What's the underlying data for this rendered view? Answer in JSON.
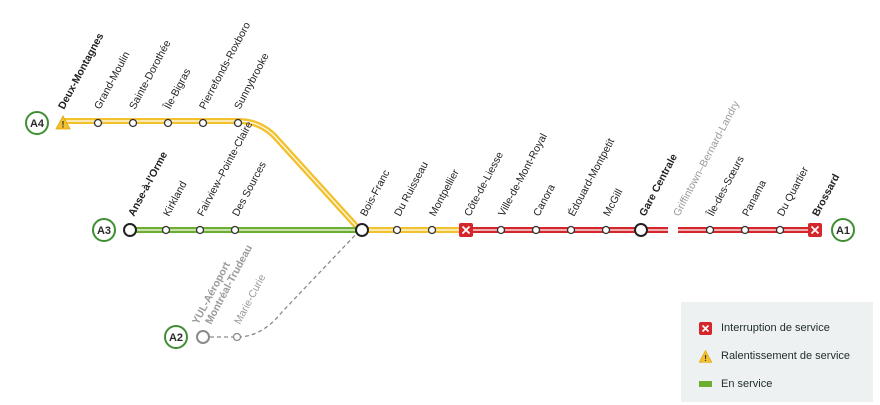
{
  "colors": {
    "yellow": "#f2c12e",
    "green": "#6cae2f",
    "red": "#d4262b",
    "gray": "#8a8a8a",
    "badge_border": "#3f8f32"
  },
  "branches": {
    "A1": "A1",
    "A2": "A2",
    "A3": "A3",
    "A4": "A4"
  },
  "stations": {
    "deux_montagnes": "Deux-Montagnes",
    "grand_moulin": "Grand-Moulin",
    "sainte_dorothee": "Sainte-Dorothée",
    "ile_bigras": "Île-Bigras",
    "pierrefonds": "Pierrefonds-Roxboro",
    "sunnybrooke": "Sunnybrooke",
    "anse_a_lorme": "Anse-à-l'Orme",
    "kirkland": "Kirkland",
    "fairview": "Fairview–Pointe-Claire",
    "des_sources": "Des Sources",
    "yul_line1": "YUL-Aéroport",
    "yul_line2": "Montréal-Trudeau",
    "marie_curie": "Marie-Curie",
    "bois_franc": "Bois-Franc",
    "du_ruisseau": "Du Ruisseau",
    "montpellier": "Montpellier",
    "cote_de_liesse": "Côte-de-Liesse",
    "ville_mont_royal": "Ville-de-Mont-Royal",
    "canora": "Canora",
    "edouard_montpetit": "Édouard-Montpetit",
    "mcgill": "McGill",
    "gare_centrale": "Gare Centrale",
    "griffintown": "Griffintown–Bernard-Landry",
    "ile_des_soeurs": "Île-des-Sœurs",
    "panama": "Panama",
    "du_quartier": "Du Quartier",
    "brossard": "Brossard"
  },
  "legend": {
    "interruption": "Interruption de service",
    "slowdown": "Ralentissement de service",
    "in_service": "En service"
  },
  "icons": {
    "interruption": "x-square-icon",
    "slowdown": "warning-triangle-icon",
    "in_service": "green-line-icon"
  }
}
